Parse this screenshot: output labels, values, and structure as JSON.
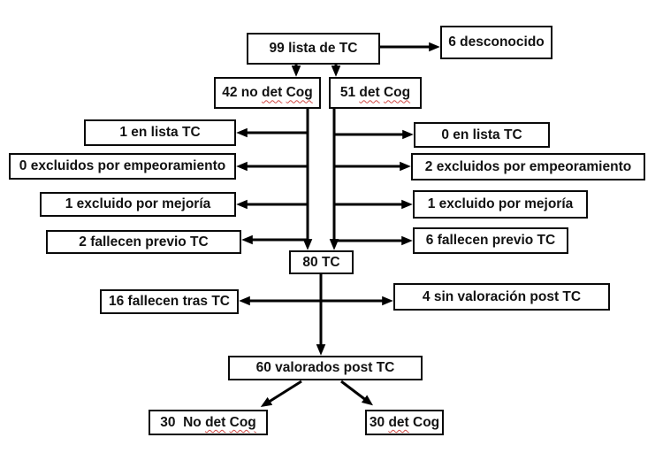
{
  "diagram": {
    "background_color": "#ffffff",
    "box_border_color": "#0a0a0a",
    "text_color": "#121212",
    "arrow_color": "#000000",
    "spellcheck_underline_color": "#d04a45",
    "nodes": [
      {
        "id": "lista99",
        "label": "99 lista de TC"
      },
      {
        "id": "desconocido6",
        "label": "6 desconocido"
      },
      {
        "id": "nodet42",
        "label": "42 no det Cog",
        "parts": [
          {
            "t": "42 no "
          },
          {
            "t": "det",
            "sq": true
          },
          {
            "t": " "
          },
          {
            "t": "Cog",
            "sq": true
          }
        ]
      },
      {
        "id": "det51",
        "label": "51 det Cog",
        "parts": [
          {
            "t": "51 "
          },
          {
            "t": "det",
            "sq": true
          },
          {
            "t": " "
          },
          {
            "t": "Cog",
            "sq": true
          }
        ]
      },
      {
        "id": "enlista1",
        "label": "1 en lista TC"
      },
      {
        "id": "excluidos0",
        "label": "0 excluidos por empeoramiento"
      },
      {
        "id": "mejoria1izq",
        "label": "1 excluido por mejoría"
      },
      {
        "id": "fallecen2",
        "label": "2 fallecen previo TC"
      },
      {
        "id": "enlista0",
        "label": "0 en lista TC"
      },
      {
        "id": "excluidos2",
        "label": "2 excluidos por empeoramiento"
      },
      {
        "id": "mejoria1der",
        "label": "1 excluido por mejoría"
      },
      {
        "id": "fallecen6",
        "label": "6 fallecen previo TC"
      },
      {
        "id": "tc80",
        "label": "80 TC"
      },
      {
        "id": "fallecen16",
        "label": "16 fallecen tras TC"
      },
      {
        "id": "sinvaloracion4",
        "label": "4 sin valoración post TC"
      },
      {
        "id": "valorados60",
        "label": "60 valorados post TC"
      },
      {
        "id": "nodet30",
        "label": "30  No det Cog",
        "parts": [
          {
            "t": "30  No "
          },
          {
            "t": "det",
            "sq": true
          },
          {
            "t": " "
          },
          {
            "t": "Cog",
            "sq": true
          }
        ]
      },
      {
        "id": "det30",
        "label": "30 det Cog",
        "parts": [
          {
            "t": "30 "
          },
          {
            "t": "det",
            "sq": true
          },
          {
            "t": " Cog"
          }
        ]
      }
    ],
    "edges": [
      {
        "from": "lista99",
        "to": "desconocido6"
      },
      {
        "from": "lista99",
        "to": "nodet42"
      },
      {
        "from": "lista99",
        "to": "det51"
      },
      {
        "from": "nodet42",
        "to": "enlista1"
      },
      {
        "from": "nodet42",
        "to": "excluidos0"
      },
      {
        "from": "nodet42",
        "to": "mejoria1izq"
      },
      {
        "from": "nodet42",
        "to": "fallecen2"
      },
      {
        "from": "nodet42",
        "to": "tc80"
      },
      {
        "from": "det51",
        "to": "enlista0"
      },
      {
        "from": "det51",
        "to": "excluidos2"
      },
      {
        "from": "det51",
        "to": "mejoria1der"
      },
      {
        "from": "det51",
        "to": "fallecen6"
      },
      {
        "from": "det51",
        "to": "tc80"
      },
      {
        "from": "tc80",
        "to": "fallecen16"
      },
      {
        "from": "tc80",
        "to": "sinvaloracion4"
      },
      {
        "from": "tc80",
        "to": "valorados60"
      },
      {
        "from": "valorados60",
        "to": "nodet30"
      },
      {
        "from": "valorados60",
        "to": "det30"
      }
    ]
  }
}
